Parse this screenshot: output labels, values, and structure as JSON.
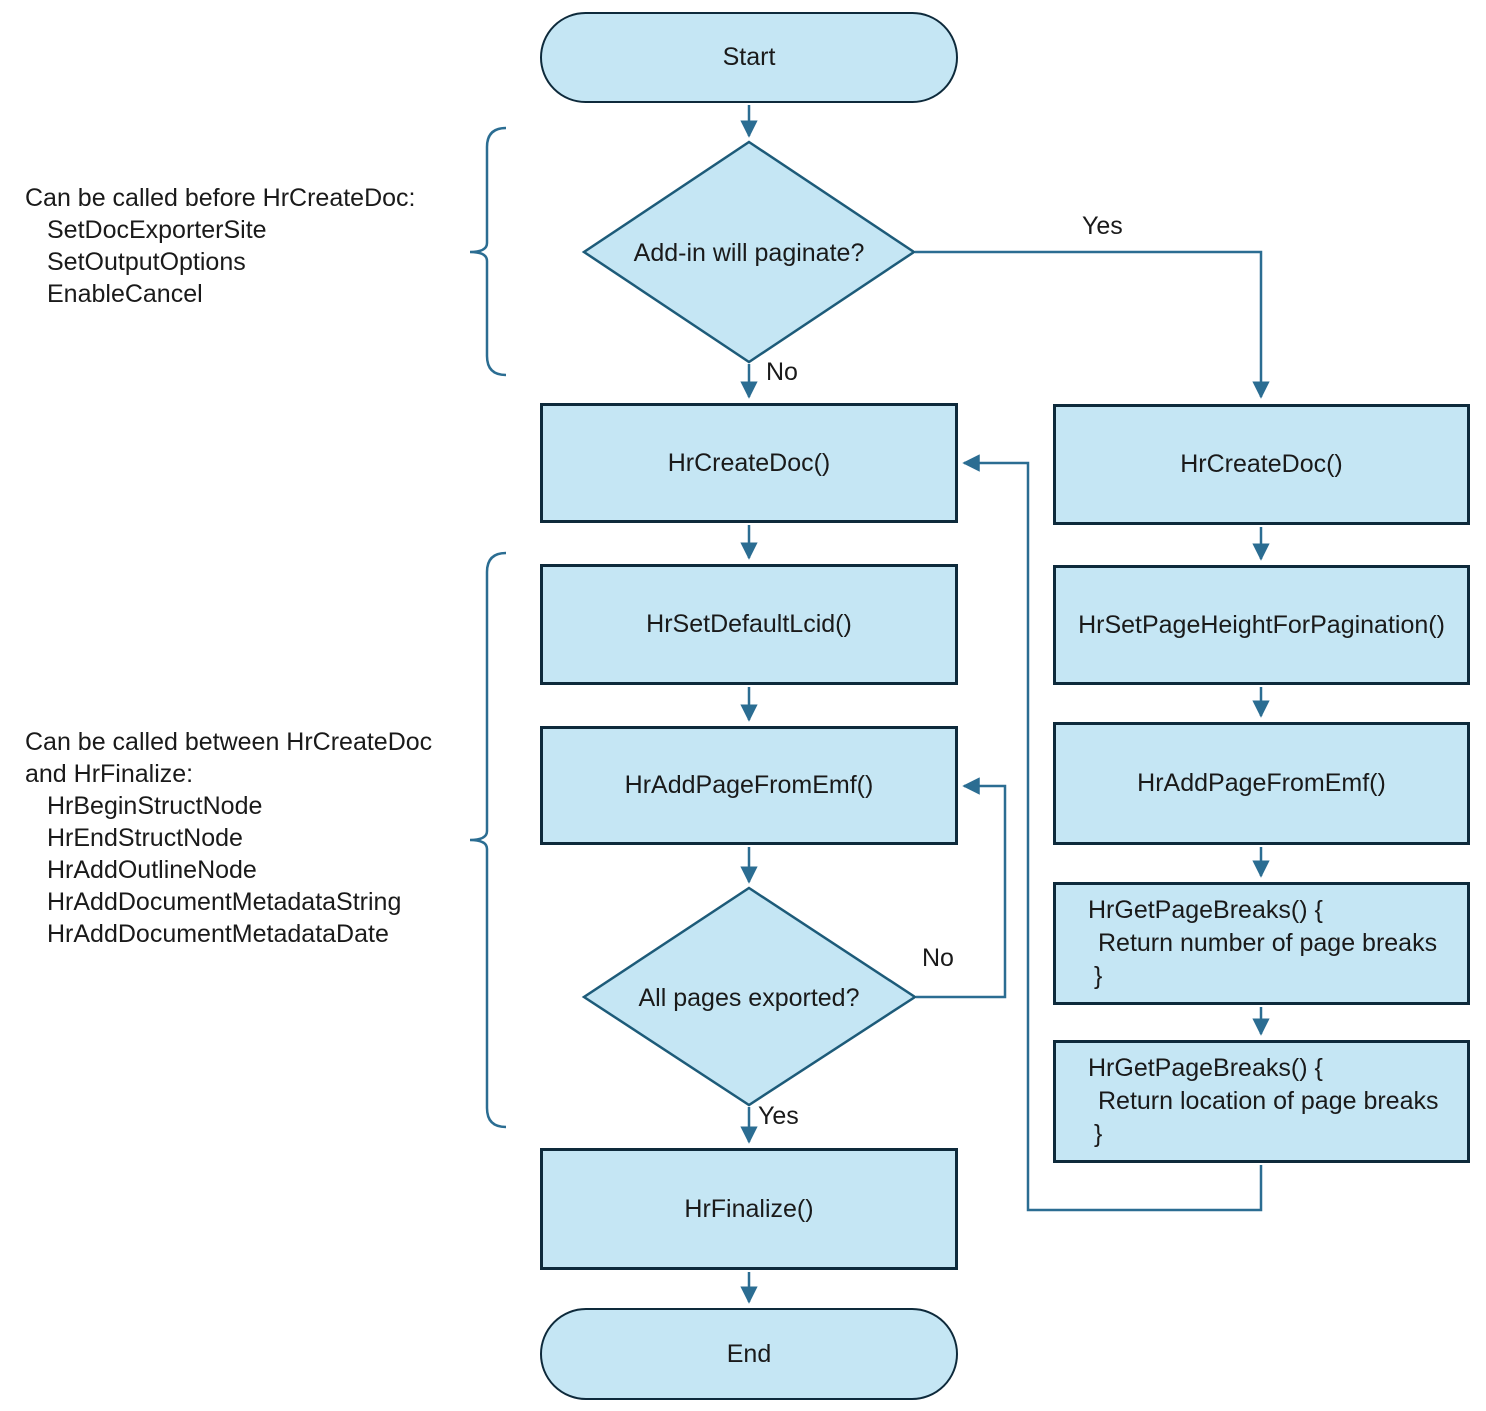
{
  "diagram": {
    "colors": {
      "node_fill": "#c5e6f4",
      "node_border": "#0e2a3b",
      "diamond_border": "#1d5b79",
      "connector": "#2b6d92",
      "text": "#1a1a1a"
    }
  },
  "nodes": {
    "start": "Start",
    "decision_paginate": "Add-in will paginate?",
    "create_doc_left": "HrCreateDoc()",
    "set_default_lcid": "HrSetDefaultLcid()",
    "add_page_left": "HrAddPageFromEmf()",
    "decision_all_exported": "All pages exported?",
    "finalize": "HrFinalize()",
    "end": "End",
    "create_doc_right": "HrCreateDoc()",
    "set_page_height": "HrSetPageHeightForPagination()",
    "add_page_right": "HrAddPageFromEmf()",
    "get_page_breaks_number": {
      "line1": "HrGetPageBreaks() {",
      "line2": "Return number of page breaks",
      "line3": "}"
    },
    "get_page_breaks_location": {
      "line1": "HrGetPageBreaks() {",
      "line2": "Return location of page breaks",
      "line3": "}"
    }
  },
  "labels": {
    "yes_paginate": "Yes",
    "no_paginate": "No",
    "no_all_exported": "No",
    "yes_all_exported": "Yes"
  },
  "annotations": {
    "before": {
      "heading": "Can be called before HrCreateDoc:",
      "items": [
        "SetDocExporterSite",
        "SetOutputOptions",
        "EnableCancel"
      ]
    },
    "between": {
      "heading": "Can be called between HrCreateDoc and HrFinalize:",
      "items": [
        "HrBeginStructNode",
        "HrEndStructNode",
        "HrAddOutlineNode",
        "HrAddDocumentMetadataString",
        "HrAddDocumentMetadataDate"
      ]
    }
  }
}
